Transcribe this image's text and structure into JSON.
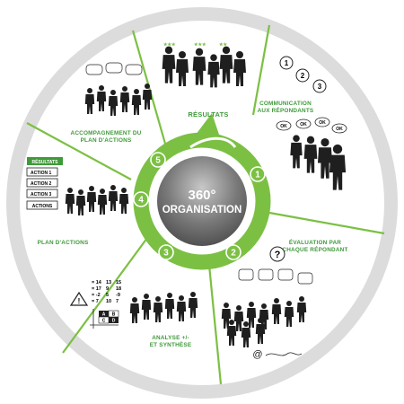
{
  "center": {
    "line1": "360°",
    "line2": "ORGANISATION"
  },
  "steps": [
    "1",
    "2",
    "3",
    "4",
    "5"
  ],
  "segments": {
    "results": "RÉSULTATS",
    "communication": [
      "COMMUNICATION",
      "AUX RÉPONDANTS"
    ],
    "evaluation": [
      "ÉVALUATION PAR",
      "CHAQUE RÉPONDANT"
    ],
    "analysis": [
      "ANALYSE +/-",
      "ET SYNTHÈSE"
    ],
    "action_plan": "PLAN D'ACTIONS",
    "support": [
      "ACCOMPAGNEMENT DU",
      "PLAN D'ACTIONS"
    ]
  },
  "action_board": {
    "header": "RÉSULTATS",
    "rows": [
      "ACTION 1",
      "ACTION 2",
      "ACTION 3"
    ],
    "footer": "ACTIONS"
  },
  "score_table": {
    "rows": [
      [
        "= 14",
        "13",
        "15"
      ],
      [
        "= 17",
        "9",
        "18"
      ],
      [
        "= -2",
        "5",
        "-9"
      ],
      [
        "= 7",
        "10",
        "7"
      ]
    ],
    "matrix": [
      "A",
      "B",
      "C",
      "D"
    ]
  },
  "bubbles": {
    "ok": "OK",
    "questions": [
      "1",
      "2",
      "3"
    ],
    "question_mark": "?",
    "at_sign": "@"
  },
  "colors": {
    "ring": "#dcdcdc",
    "green": "#3f9a3a",
    "arrow": "#7bc043",
    "divider": "#7bc043",
    "hub": "#6f6f6f"
  }
}
